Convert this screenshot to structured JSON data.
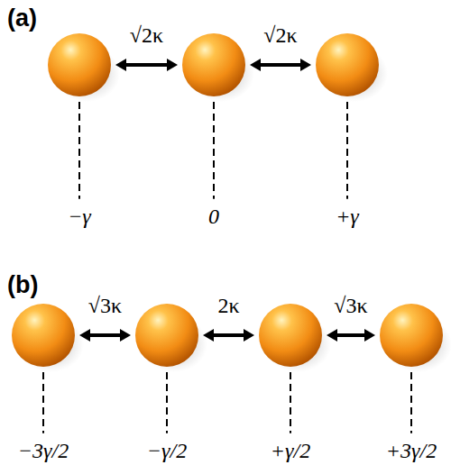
{
  "diagram": {
    "nodes": [
      {
        "text": [
          "−γ"
        ]
      },
      {
        "text": [
          "0"
        ]
      },
      {
        "text": [
          "+γ"
        ]
      },
      {
        "text": [
          "−3γ/2"
        ]
      },
      {
        "text": [
          "−γ/2"
        ]
      },
      {
        "text": [
          "+γ/2"
        ]
      },
      {
        "text": [
          "+3γ/2"
        ]
      }
    ],
    "edges": [
      {
        "from": 0,
        "to": 1,
        "arrow": "both",
        "label": "√2κ"
      },
      {
        "from": 1,
        "to": 2,
        "arrow": "both",
        "label": "√2κ"
      },
      {
        "from": 3,
        "to": 4,
        "arrow": "both",
        "label": "√3κ"
      },
      {
        "from": 4,
        "to": 5,
        "arrow": "both",
        "label": "2κ"
      },
      {
        "from": 5,
        "to": 6,
        "arrow": "both",
        "label": "√3κ"
      }
    ],
    "labels": [
      "(a)",
      "(b)"
    ]
  }
}
